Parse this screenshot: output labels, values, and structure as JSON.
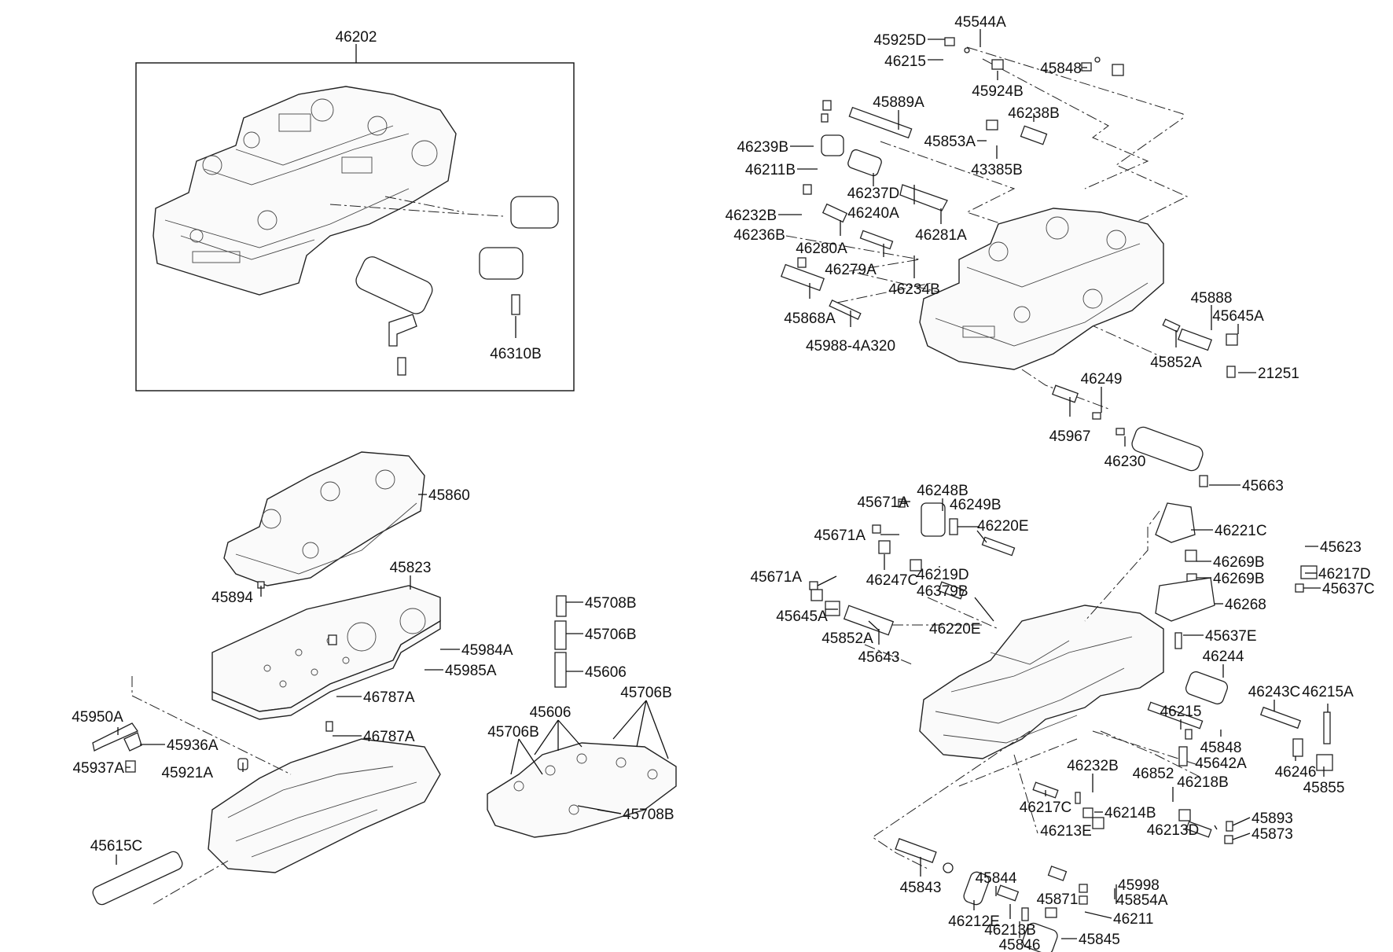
{
  "diagram": {
    "kit_box_label": "46202",
    "labels": [
      "45544A",
      "45925D",
      "46215",
      "45848",
      "45924B",
      "45889A",
      "46238B",
      "46239B",
      "45853A",
      "43385B",
      "46211B",
      "46237D",
      "46240A",
      "46281A",
      "46232B",
      "46236B",
      "46280A",
      "46279A",
      "46234B",
      "45868A",
      "45988-4A320",
      "45888",
      "45645A",
      "45852A",
      "21251",
      "46249",
      "45967",
      "46230",
      "45663",
      "46310B",
      "45860",
      "45894",
      "45823",
      "45984A",
      "45985A",
      "46787A",
      "46787A",
      "45950A",
      "45936A",
      "45937A",
      "45921A",
      "45615C",
      "45708B",
      "45706B",
      "45606",
      "45706B",
      "45606",
      "45706B",
      "45708B",
      "46248B",
      "45671A",
      "46249B",
      "46220E",
      "45671A",
      "46247C",
      "46219D",
      "46379B",
      "46220E",
      "45671A",
      "45645A",
      "45852A",
      "45643",
      "46221C",
      "45623",
      "46269B",
      "46217D",
      "46269B",
      "45637C",
      "46268",
      "45637E",
      "46244",
      "46243C",
      "46215A",
      "46215",
      "45848",
      "45642A",
      "46852",
      "46246",
      "45855",
      "46232B",
      "46218B",
      "46217C",
      "46214B",
      "46213E",
      "45893",
      "46213D",
      "45873",
      "45843",
      "45844",
      "45998",
      "45854A",
      "45871",
      "46212E",
      "46211",
      "46213B",
      "45845",
      "45846"
    ]
  }
}
